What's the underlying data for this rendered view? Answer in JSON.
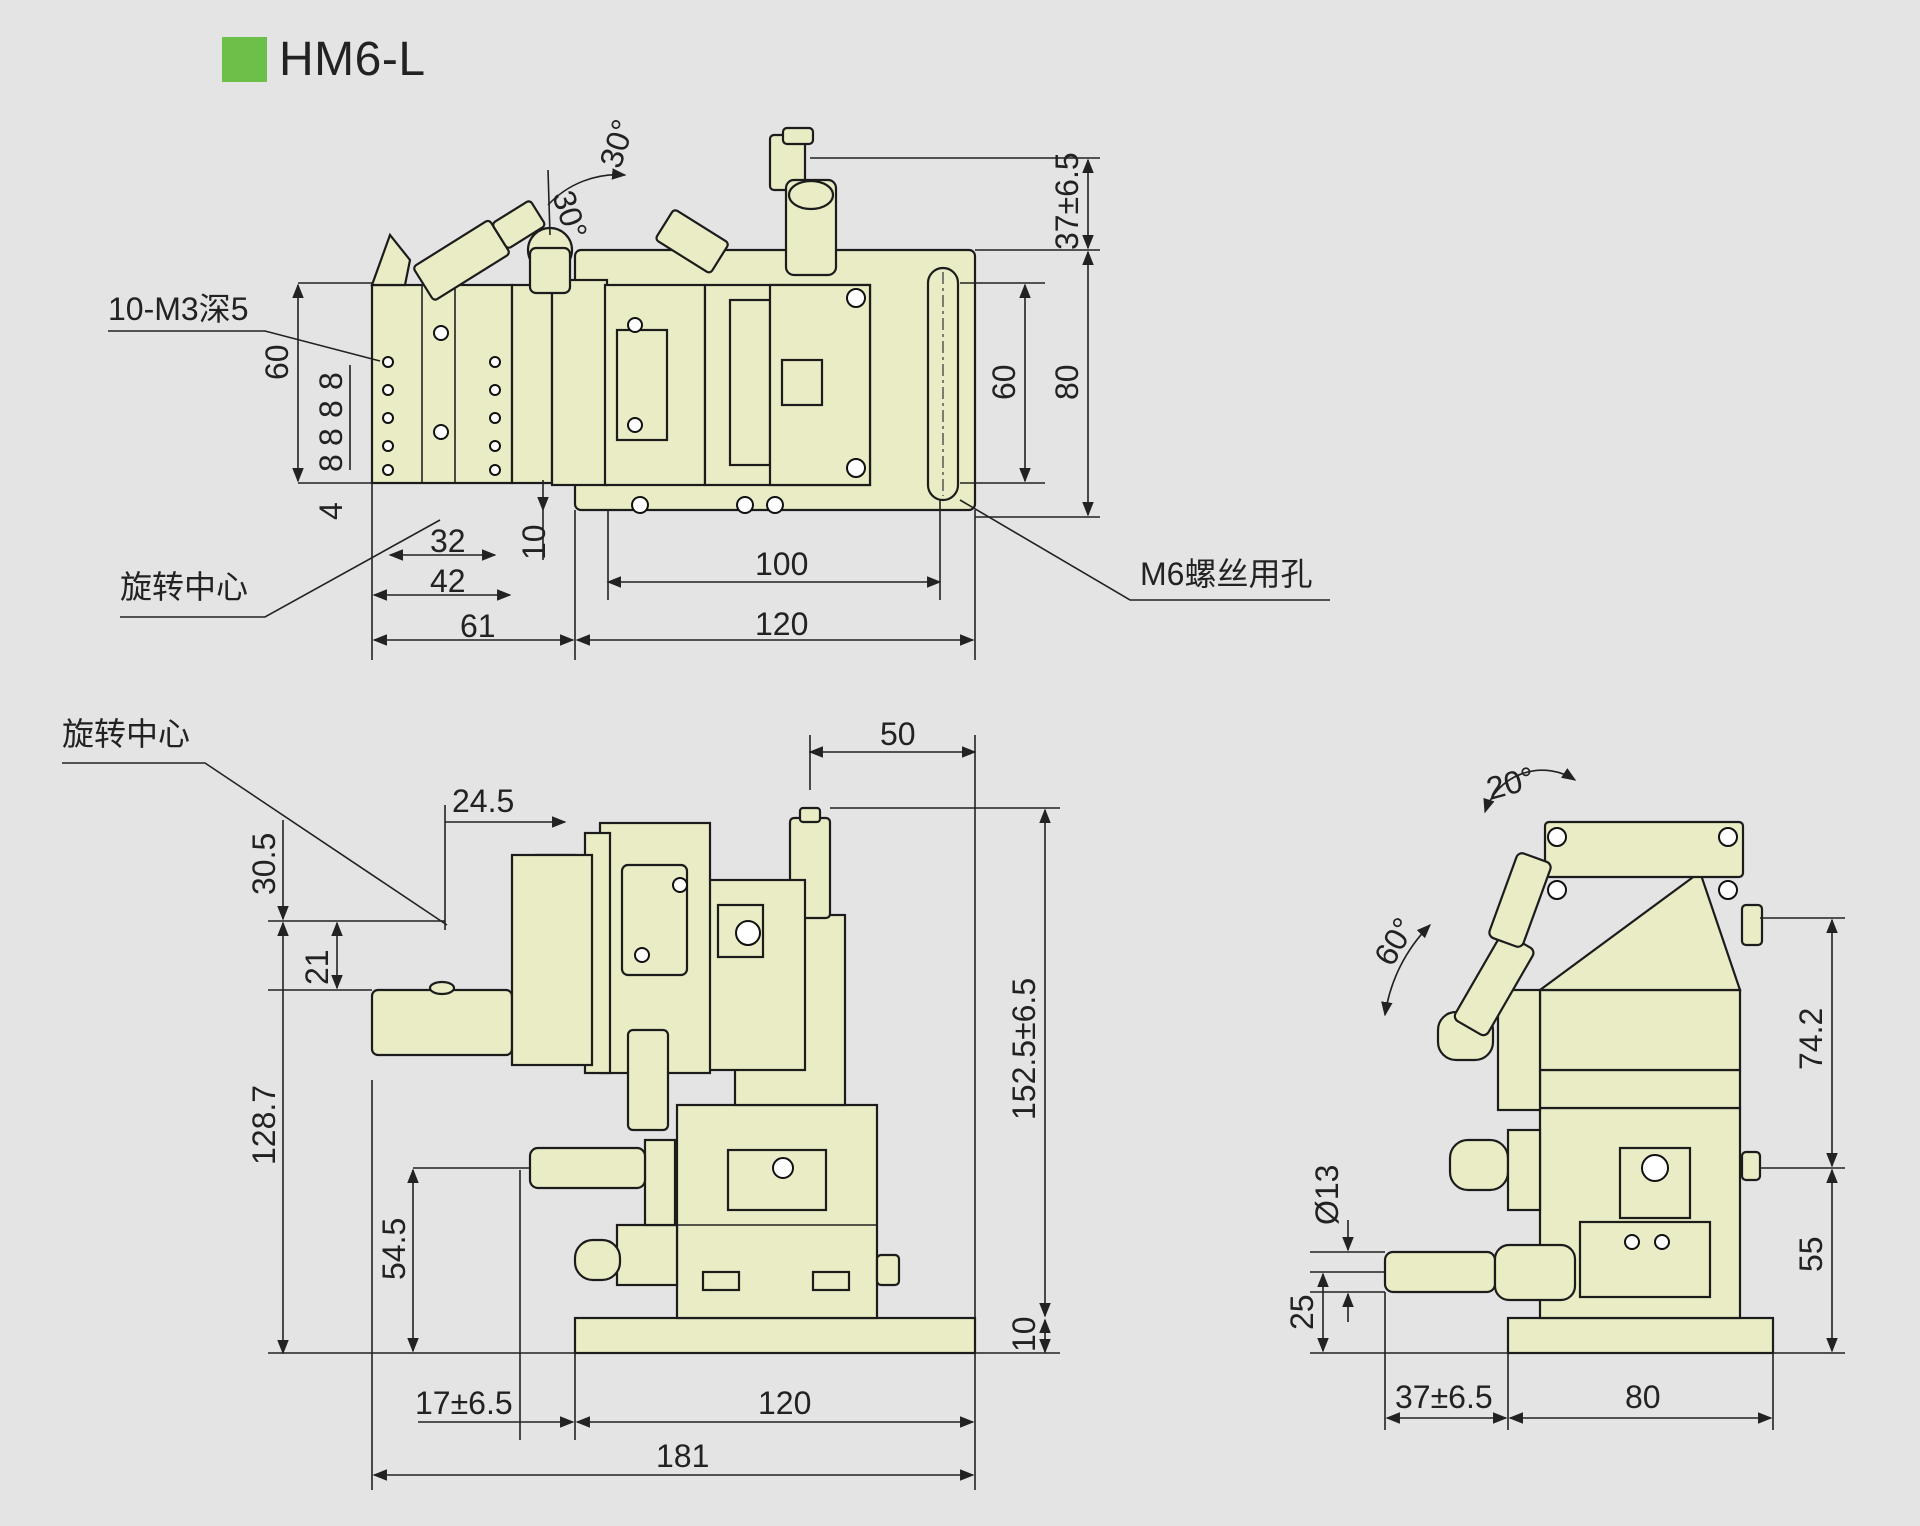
{
  "title": "HM6-L",
  "colors": {
    "accent_green": "#6cc04a",
    "part_fill": "#e9ecc4",
    "background": "#e3e4e3",
    "line": "#222222"
  },
  "top_view": {
    "labels": {
      "thread_holes": "10-M3深5",
      "rotation_center": "旋转中心",
      "mounting_hole": "M6螺丝用孔"
    },
    "dims": {
      "d_60_left": "60",
      "d_8_a": "8",
      "d_8_b": "8",
      "d_8_c": "8",
      "d_8_d": "8",
      "d_4": "4",
      "d_32": "32",
      "d_42": "42",
      "d_61": "61",
      "d_10": "10",
      "d_100": "100",
      "d_120": "120",
      "d_60_right": "60",
      "d_80": "80",
      "d_37": "37±6.5",
      "angle_30_a": "30°",
      "angle_30_b": "30°"
    }
  },
  "front_view": {
    "labels": {
      "rotation_center": "旋转中心"
    },
    "dims": {
      "d_50": "50",
      "d_24_5": "24.5",
      "d_30_5": "30.5",
      "d_21": "21",
      "d_128_7": "128.7",
      "d_54_5": "54.5",
      "d_152_5": "152.5±6.5",
      "d_10": "10",
      "d_17": "17±6.5",
      "d_120": "120",
      "d_181": "181"
    }
  },
  "side_view": {
    "dims": {
      "angle_20": "20°",
      "angle_60": "60°",
      "d_74_2": "74.2",
      "d_55": "55",
      "d_13": "Ø13",
      "d_25": "25",
      "d_37": "37±6.5",
      "d_80": "80"
    }
  }
}
